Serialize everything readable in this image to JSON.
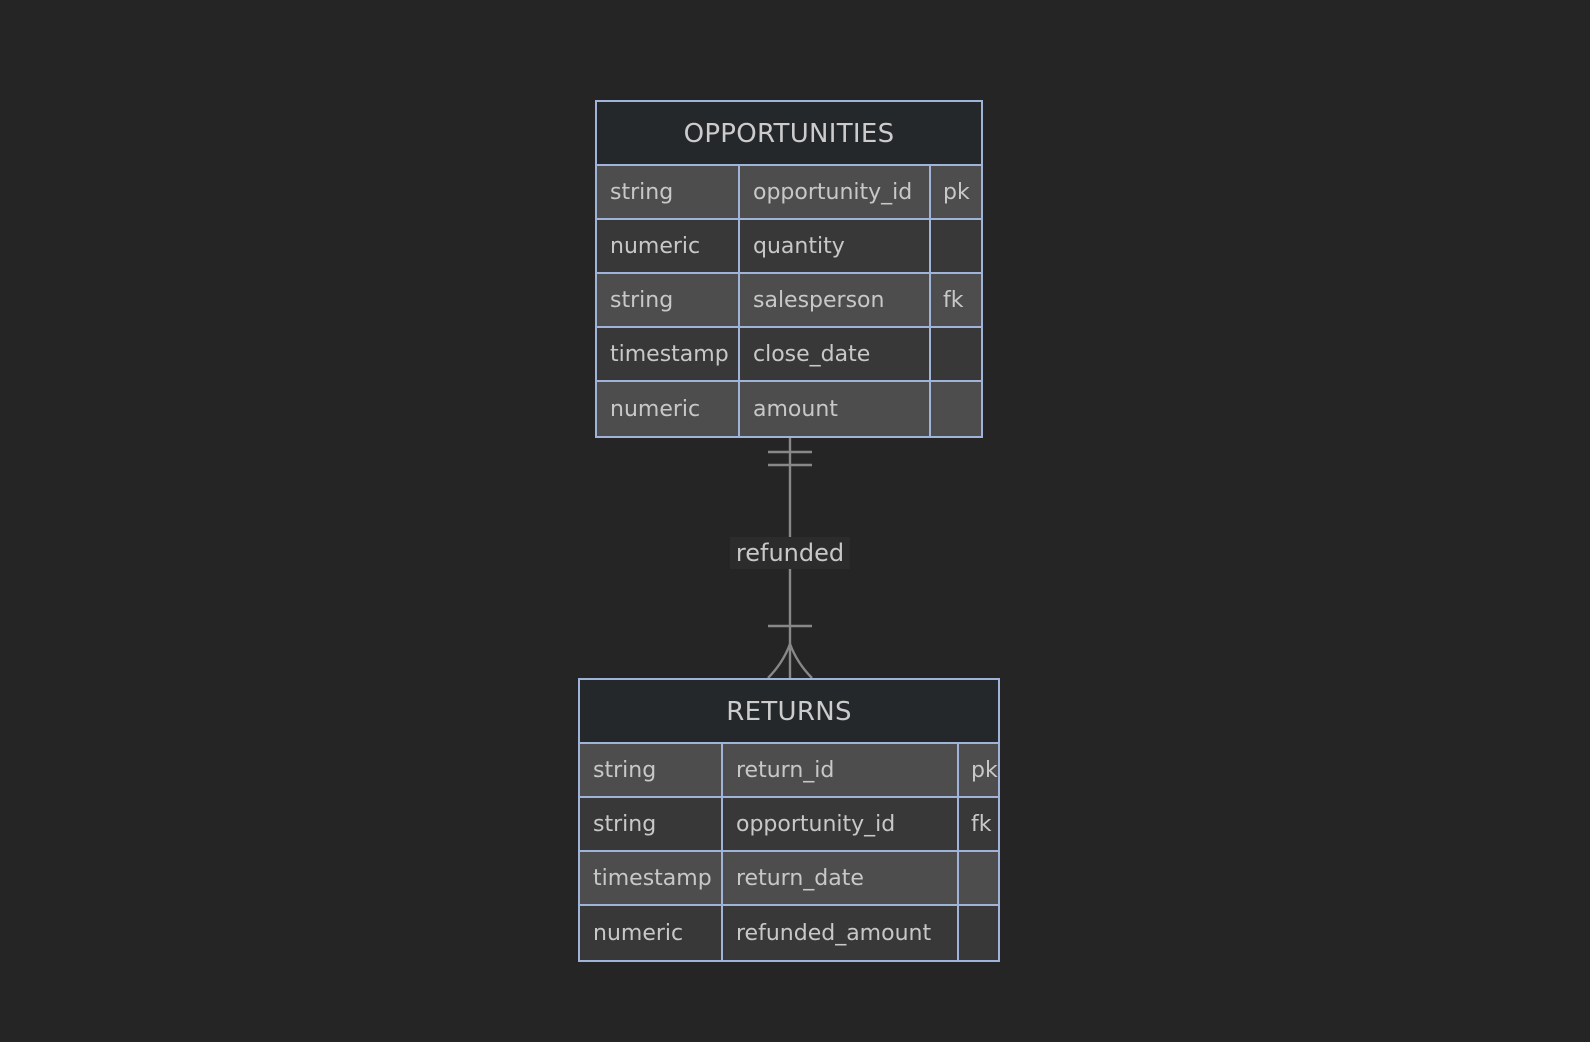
{
  "diagram": {
    "type": "entity-relationship-diagram",
    "background_color": "#252525",
    "border_color": "#9fb4d8",
    "text_color": "#c8c8c8",
    "line_color": "#888888"
  },
  "entities": [
    {
      "name": "OPPORTUNITIES",
      "attributes": [
        {
          "type": "string",
          "field": "opportunity_id",
          "key": "pk"
        },
        {
          "type": "numeric",
          "field": "quantity",
          "key": ""
        },
        {
          "type": "string",
          "field": "salesperson",
          "key": "fk"
        },
        {
          "type": "timestamp",
          "field": "close_date",
          "key": ""
        },
        {
          "type": "numeric",
          "field": "amount",
          "key": ""
        }
      ]
    },
    {
      "name": "RETURNS",
      "attributes": [
        {
          "type": "string",
          "field": "return_id",
          "key": "pk"
        },
        {
          "type": "string",
          "field": "opportunity_id",
          "key": "fk"
        },
        {
          "type": "timestamp",
          "field": "return_date",
          "key": ""
        },
        {
          "type": "numeric",
          "field": "refunded_amount",
          "key": ""
        }
      ]
    }
  ],
  "relationships": [
    {
      "label": "refunded",
      "from": "OPPORTUNITIES",
      "to": "RETURNS",
      "from_cardinality": "exactly-one",
      "to_cardinality": "one-or-many"
    }
  ]
}
